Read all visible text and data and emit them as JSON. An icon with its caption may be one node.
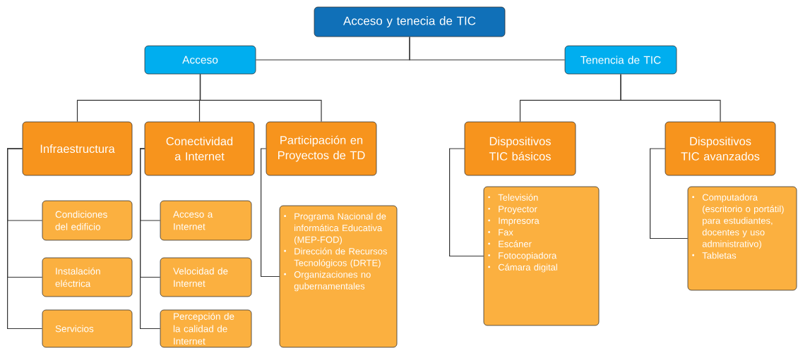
{
  "diagram": {
    "nodes": [
      {
        "text": [
          "Acceso y tenecia de TIC"
        ]
      },
      {
        "text": [
          "Acceso"
        ]
      },
      {
        "text": [
          "Tenencia de TIC"
        ]
      },
      {
        "text": [
          "Infraestructura"
        ]
      },
      {
        "text": [
          "Conectividad a Internet"
        ]
      },
      {
        "text": [
          "Participación en Proyectos de TD"
        ]
      },
      {
        "text": [
          "Condiciones del edificio"
        ]
      },
      {
        "text": [
          "Instalación eléctrica"
        ]
      },
      {
        "text": [
          "Servicios"
        ]
      },
      {
        "text": [
          "Acceso a Internet"
        ]
      },
      {
        "text": [
          "Velocidad de Internet"
        ]
      },
      {
        "text": [
          "Percepción de la calidad de Internet"
        ]
      },
      {
        "text": [
          "Programa Nacional de informática Educativa (MEP-FOD)",
          "Dirección de Recursos Tecnológicos (DRTE)",
          "Organizaciones no gubernamentales"
        ]
      },
      {
        "text": [
          "Dispositivos TIC básicos"
        ]
      },
      {
        "text": [
          "Dispositivos TIC avanzados"
        ]
      },
      {
        "text": [
          "Televisión",
          "Proyector",
          "Impresora",
          "Fax",
          "Escáner",
          "Fotocopiadora",
          "Cámara digital"
        ]
      },
      {
        "text": [
          "Computadora (escritorio o portátil) para estudiantes, docentes y uso administrativo)",
          "Tabletas"
        ]
      }
    ],
    "edges": [
      {
        "from": 0,
        "to": 1,
        "arrow": "none"
      },
      {
        "from": 0,
        "to": 2,
        "arrow": "none"
      },
      {
        "from": 1,
        "to": 3,
        "arrow": "none"
      },
      {
        "from": 1,
        "to": 4,
        "arrow": "none"
      },
      {
        "from": 1,
        "to": 5,
        "arrow": "none"
      },
      {
        "from": 2,
        "to": 13,
        "arrow": "none"
      },
      {
        "from": 2,
        "to": 14,
        "arrow": "none"
      },
      {
        "from": 3,
        "to": 6,
        "arrow": "none"
      },
      {
        "from": 3,
        "to": 7,
        "arrow": "none"
      },
      {
        "from": 3,
        "to": 8,
        "arrow": "none"
      },
      {
        "from": 4,
        "to": 9,
        "arrow": "none"
      },
      {
        "from": 4,
        "to": 10,
        "arrow": "none"
      },
      {
        "from": 4,
        "to": 11,
        "arrow": "none"
      },
      {
        "from": 5,
        "to": 12,
        "arrow": "none"
      },
      {
        "from": 13,
        "to": 15,
        "arrow": "none"
      },
      {
        "from": 14,
        "to": 16,
        "arrow": "none"
      }
    ]
  }
}
